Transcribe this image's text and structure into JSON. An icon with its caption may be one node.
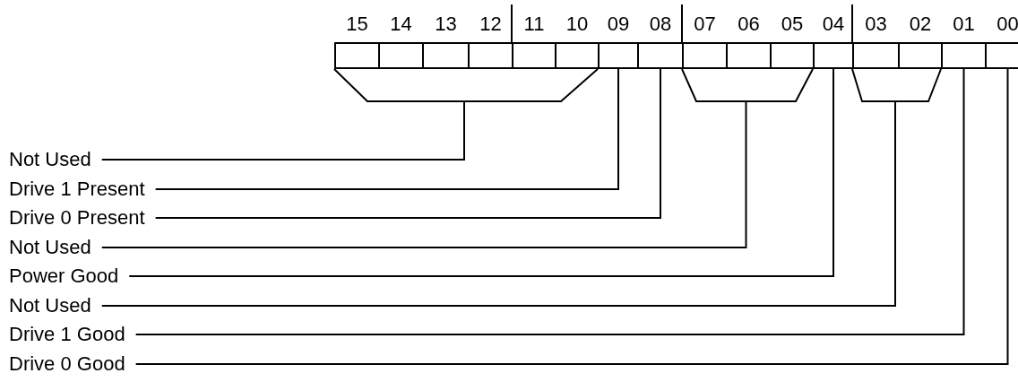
{
  "diagram": {
    "nodes": [
      {
        "text": [
          "15"
        ]
      },
      {
        "text": [
          "14"
        ]
      },
      {
        "text": [
          "13"
        ]
      },
      {
        "text": [
          "12"
        ]
      },
      {
        "text": [
          "11"
        ]
      },
      {
        "text": [
          "10"
        ]
      },
      {
        "text": [
          "09"
        ]
      },
      {
        "text": [
          "08"
        ]
      },
      {
        "text": [
          "07"
        ]
      },
      {
        "text": [
          "06"
        ]
      },
      {
        "text": [
          "05"
        ]
      },
      {
        "text": [
          "04"
        ]
      },
      {
        "text": [
          "03"
        ]
      },
      {
        "text": [
          "02"
        ]
      },
      {
        "text": [
          "01"
        ]
      },
      {
        "text": [
          "00"
        ]
      },
      {
        "text": [],
        "shape": "trapezoid"
      },
      {
        "text": [],
        "shape": "trapezoid"
      },
      {
        "text": [],
        "shape": "trapezoid"
      },
      {
        "text": [
          "Not Used"
        ]
      },
      {
        "text": [
          "Drive 1 Present"
        ]
      },
      {
        "text": [
          "Drive 0 Present"
        ]
      },
      {
        "text": [
          "Not Used"
        ]
      },
      {
        "text": [
          "Power Good"
        ]
      },
      {
        "text": [
          "Not Used"
        ]
      },
      {
        "text": [
          "Drive 1 Good"
        ]
      },
      {
        "text": [
          "Drive 0 Good"
        ]
      }
    ],
    "edges": [
      {
        "from": 19,
        "to": 16,
        "arrow": "none"
      },
      {
        "from": 20,
        "to": 6,
        "arrow": "none"
      },
      {
        "from": 21,
        "to": 7,
        "arrow": "none"
      },
      {
        "from": 22,
        "to": 17,
        "arrow": "none"
      },
      {
        "from": 23,
        "to": 11,
        "arrow": "none"
      },
      {
        "from": 24,
        "to": 18,
        "arrow": "none"
      },
      {
        "from": 25,
        "to": 14,
        "arrow": "none"
      },
      {
        "from": 26,
        "to": 15,
        "arrow": "none"
      }
    ]
  }
}
